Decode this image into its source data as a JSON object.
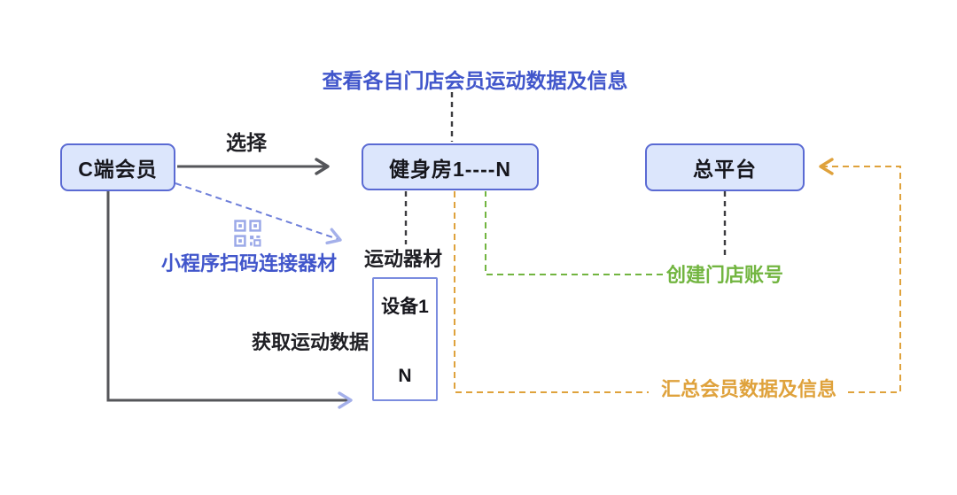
{
  "diagram": {
    "nodes": {
      "c_member": {
        "label": "C端会员"
      },
      "gym": {
        "label": "健身房1----N"
      },
      "platform": {
        "label": "总平台"
      },
      "device": {
        "label_top": "设备1",
        "label_bottom": "N"
      }
    },
    "labels": {
      "view_store_data": "查看各自门店会员运动数据及信息",
      "select": "选择",
      "scan_connect": "小程序扫码连接器材",
      "equipment": "运动器材",
      "get_sport_data": "获取运动数据",
      "create_store_account": "创建门店账号",
      "aggregate_member_data": "汇总会员数据及信息"
    },
    "icons": {
      "qr": "qr-code-icon"
    },
    "colors": {
      "node_fill": "#dce6fc",
      "node_border": "#5a6ad3",
      "device_border": "#7b8cdf",
      "blue_text": "#4156cb",
      "green": "#72b540",
      "orange": "#dfa23c",
      "dark_line": "#55565a",
      "black_dash": "#3c3c40",
      "periwinkle_arrow": "#a4b0ea",
      "qr_icon": "#9aa8e8"
    }
  }
}
